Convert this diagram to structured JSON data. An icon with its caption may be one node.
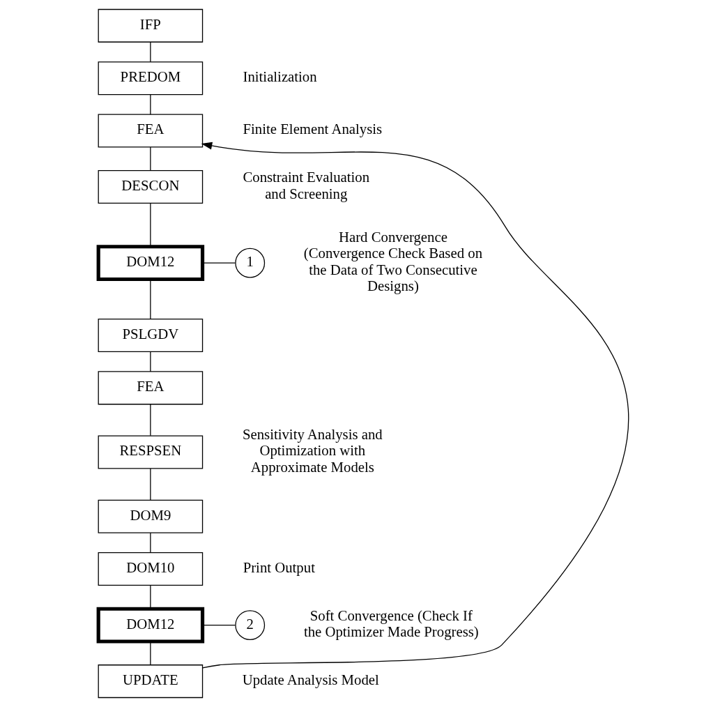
{
  "diagram": {
    "nodes": [
      {
        "text": [
          "IFP"
        ]
      },
      {
        "text": [
          "PREDOM"
        ]
      },
      {
        "text": [
          "FEA"
        ]
      },
      {
        "text": [
          "DESCON"
        ]
      },
      {
        "text": [
          "DOM12"
        ]
      },
      {
        "text": [
          "PSLGDV"
        ]
      },
      {
        "text": [
          "FEA"
        ]
      },
      {
        "text": [
          "RESPSEN"
        ]
      },
      {
        "text": [
          "DOM9"
        ]
      },
      {
        "text": [
          "DOM10"
        ]
      },
      {
        "text": [
          "DOM12"
        ]
      },
      {
        "text": [
          "UPDATE"
        ]
      },
      {
        "text": [
          "1"
        ],
        "beside": [
          "Hard Convergence (Convergence Check Based on the Data of Two Consecutive Designs)"
        ]
      },
      {
        "text": [
          "2"
        ],
        "beside": [
          "Soft Convergence (Check If the Optimizer Made Progress)"
        ]
      }
    ],
    "edges": [
      {
        "from": 0,
        "to": 1,
        "arrow": "none"
      },
      {
        "from": 1,
        "to": 2,
        "arrow": "none"
      },
      {
        "from": 2,
        "to": 3,
        "arrow": "none"
      },
      {
        "from": 3,
        "to": 4,
        "arrow": "none"
      },
      {
        "from": 4,
        "to": 5,
        "arrow": "none"
      },
      {
        "from": 5,
        "to": 6,
        "arrow": "none"
      },
      {
        "from": 6,
        "to": 7,
        "arrow": "none"
      },
      {
        "from": 7,
        "to": 8,
        "arrow": "none"
      },
      {
        "from": 8,
        "to": 9,
        "arrow": "none"
      },
      {
        "from": 9,
        "to": 10,
        "arrow": "none"
      },
      {
        "from": 10,
        "to": 11,
        "arrow": "none"
      },
      {
        "from": 11,
        "to": 2,
        "arrow": "to"
      },
      {
        "from": 4,
        "to": 12,
        "arrow": "none"
      },
      {
        "from": 10,
        "to": 13,
        "arrow": "none"
      }
    ],
    "labels": [
      "Initialization",
      "Finite Element Analysis",
      "Constraint Evaluation and Screening",
      "Sensitivity Analysis and Optimization with Approximate Models",
      "Print Output",
      "Update Analysis Model"
    ]
  }
}
